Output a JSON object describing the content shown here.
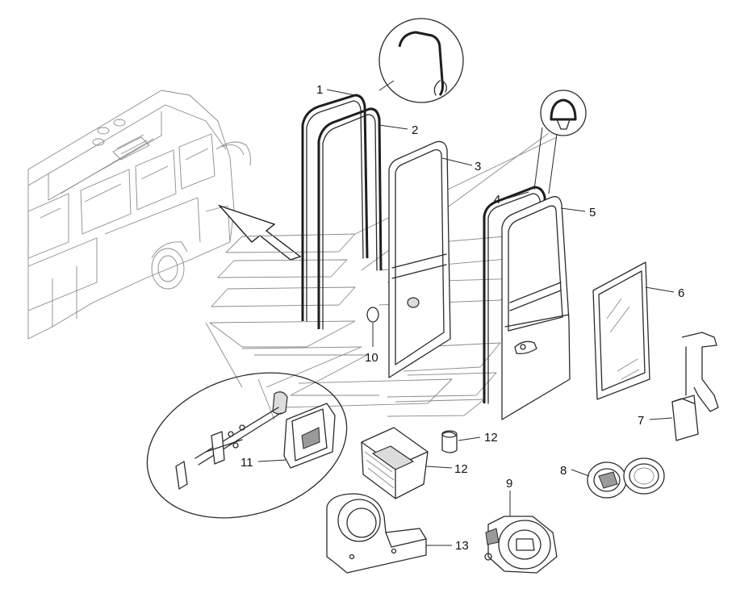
{
  "callouts": [
    "1",
    "2",
    "3",
    "4",
    "5",
    "6",
    "7",
    "8",
    "9",
    "10",
    "11",
    "12",
    "12",
    "13"
  ],
  "colors": {
    "line": "#2b2b2b",
    "thin": "#8a8a8a",
    "background": "#ffffff"
  }
}
